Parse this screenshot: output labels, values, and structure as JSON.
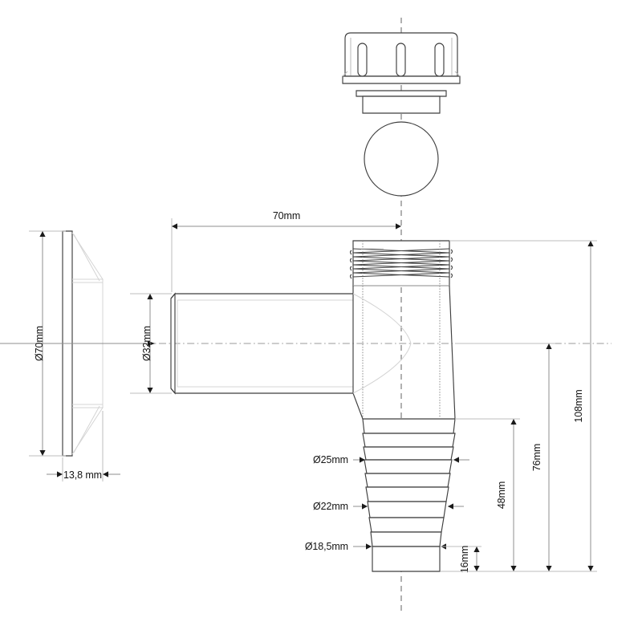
{
  "drawing": {
    "title": "Bottle trap / sink waste outlet technical drawing",
    "background_color": "#ffffff",
    "line_color": "#3f3f3f",
    "dimension_text_color": "#141414",
    "dimension_line_color": "#8f8f8f",
    "units": "mm"
  },
  "dimensions": {
    "flange_diameter": "Ø70mm",
    "flange_thickness": "13,8 mm",
    "tube_diameter": "Ø32mm",
    "tube_length": "70mm",
    "overall_height": "108mm",
    "centerline_to_bottom": "76mm",
    "barb_length": "48mm",
    "end_step_height": "16mm",
    "barb_step_1": "Ø25mm",
    "barb_step_2": "Ø22mm",
    "barb_step_3": "Ø18,5mm"
  },
  "views": {
    "cap_view": {
      "name": "threaded cap with grip slots",
      "slot_count": 3
    },
    "seal_view": {
      "name": "sealing washer"
    },
    "gasket_view": {
      "name": "o-ring gasket circle"
    },
    "flange_view": {
      "name": "flange side section view"
    },
    "body_view": {
      "name": "main body with horizontal tube and stepped hose barb"
    }
  },
  "annotations": {
    "diameter_symbol": "Ø"
  }
}
